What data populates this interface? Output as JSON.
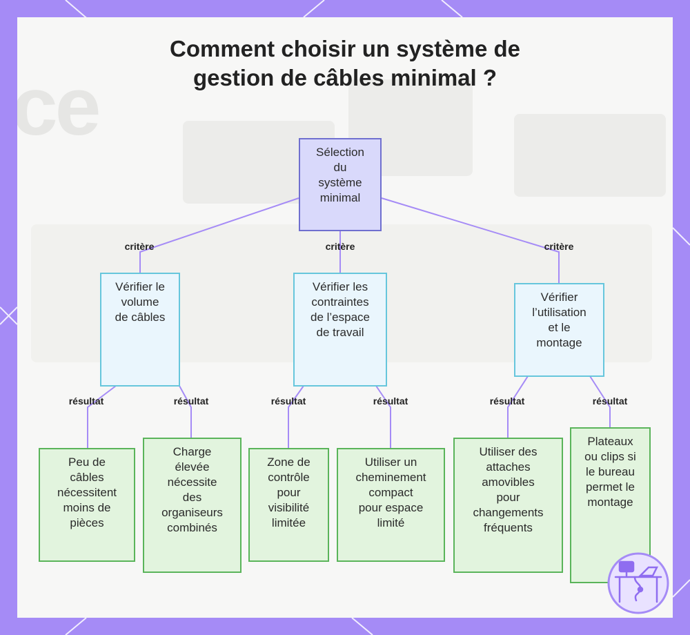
{
  "title": "Comment choisir un système de gestion de câbles minimal ?",
  "title_lines": [
    "Comment choisir un système de",
    "gestion de câbles minimal ?"
  ],
  "colors": {
    "frame": "#a58bf6",
    "edge": "#a58bf6",
    "root_fill": "#d9d9fb",
    "root_border": "#6f6fcf",
    "criteria_fill": "#eaf6fd",
    "criteria_border": "#66c6dc",
    "result_fill": "#e2f4de",
    "result_border": "#5ab45a"
  },
  "root": {
    "lines": [
      "Sélection",
      "du",
      "système",
      "minimal"
    ]
  },
  "edge_labels": {
    "criterion": "critère",
    "result": "résultat"
  },
  "criteria": [
    {
      "lines": [
        "Vérifier le",
        "volume",
        "de câbles"
      ]
    },
    {
      "lines": [
        "Vérifier les",
        "contraintes",
        "de l’espace",
        "de travail"
      ]
    },
    {
      "lines": [
        "Vérifier",
        "l’utilisation",
        "et le",
        "montage"
      ]
    }
  ],
  "results": [
    {
      "lines": [
        "Peu de",
        "câbles",
        "nécessitent",
        "moins de",
        "pièces"
      ]
    },
    {
      "lines": [
        "Charge",
        "élevée",
        "nécessite",
        "des",
        "organiseurs",
        "combinés"
      ]
    },
    {
      "lines": [
        "Zone de",
        "contrôle",
        "pour",
        "visibilité",
        "limitée"
      ]
    },
    {
      "lines": [
        "Utiliser un",
        "cheminement",
        "compact",
        "pour espace",
        "limité"
      ]
    },
    {
      "lines": [
        "Utiliser des",
        "attaches",
        "amovibles",
        "pour",
        "changements",
        "fréquents"
      ]
    },
    {
      "lines": [
        "Plateaux",
        "ou clips si",
        "le bureau",
        "permet le",
        "montage"
      ]
    }
  ],
  "logo_icon": "desk-cable-icon"
}
